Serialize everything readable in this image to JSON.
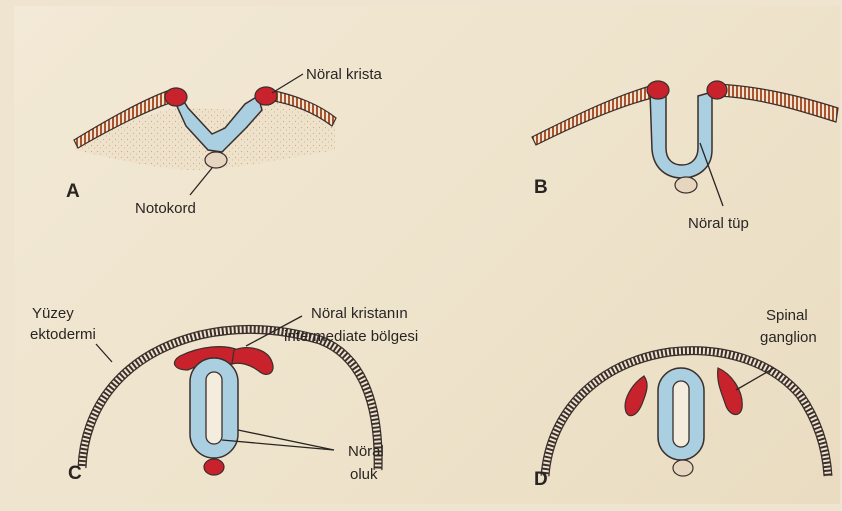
{
  "colors": {
    "neural_tube": "#a9cfe0",
    "neural_crest": "#c8222c",
    "ectoderm_stripe": "#a9542e",
    "outline": "#3b2f2c",
    "paper": "#efe4cf"
  },
  "panels": {
    "a": {
      "letter": "A",
      "labels": {
        "crest": "Nöral krista",
        "notochord": "Notokord"
      }
    },
    "b": {
      "letter": "B",
      "labels": {
        "tube": "Nöral tüp"
      }
    },
    "c": {
      "letter": "C",
      "labels": {
        "ectoderm_1": "Yüzey",
        "ectoderm_2": "ektodermi",
        "crest_1": "Nöral kristanın",
        "crest_2": "intermediate bölgesi",
        "groove_1": "Nöral",
        "groove_2": "oluk"
      }
    },
    "d": {
      "letter": "D",
      "labels": {
        "ganglion_1": "Spinal",
        "ganglion_2": "ganglion"
      }
    }
  }
}
